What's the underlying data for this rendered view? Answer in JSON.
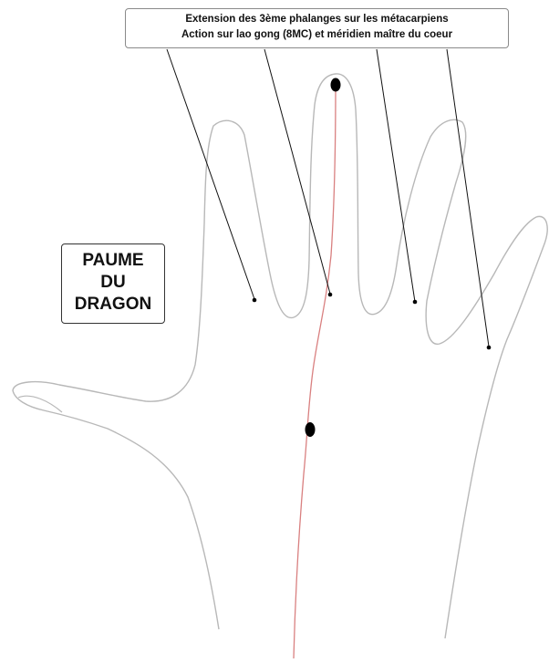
{
  "callout": {
    "line1": "Extension des 3ème phalanges sur les métacarpiens",
    "line2": "Action sur lao gong (8MC) et méridien maître du coeur"
  },
  "title": {
    "line1": "PAUME",
    "line2": "DU",
    "line3": "DRAGON"
  },
  "colors": {
    "hand_outline": "#b8b8b8",
    "meridian_line": "#d98080",
    "leader_line": "#111111",
    "point_marker": "#000000"
  }
}
